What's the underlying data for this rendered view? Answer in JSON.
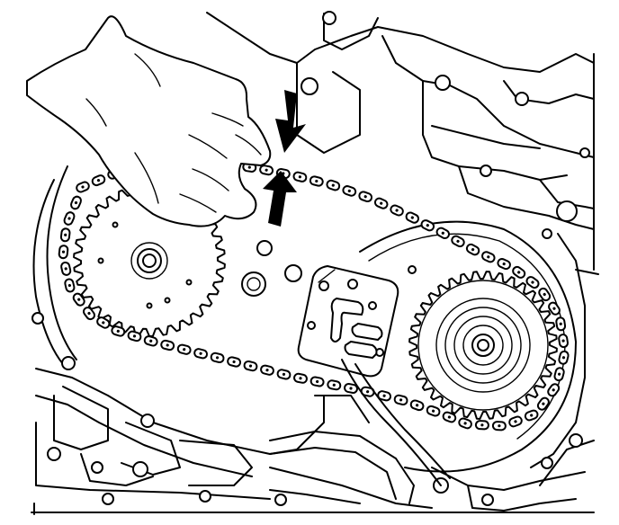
{
  "figure": {
    "background": "#ffffff",
    "line_color": "#000000",
    "chain_links_count": 72
  },
  "parts": {
    "left_sprocket": "sprocket",
    "right_sprocket": "sprocket",
    "timing_chain": "chain",
    "chain_tensioner": "tensioner",
    "engine_block": "housing",
    "hand": "hand"
  },
  "indicators": {
    "arrow_down": "down-arrow-icon",
    "arrow_up": "up-arrow-icon"
  }
}
